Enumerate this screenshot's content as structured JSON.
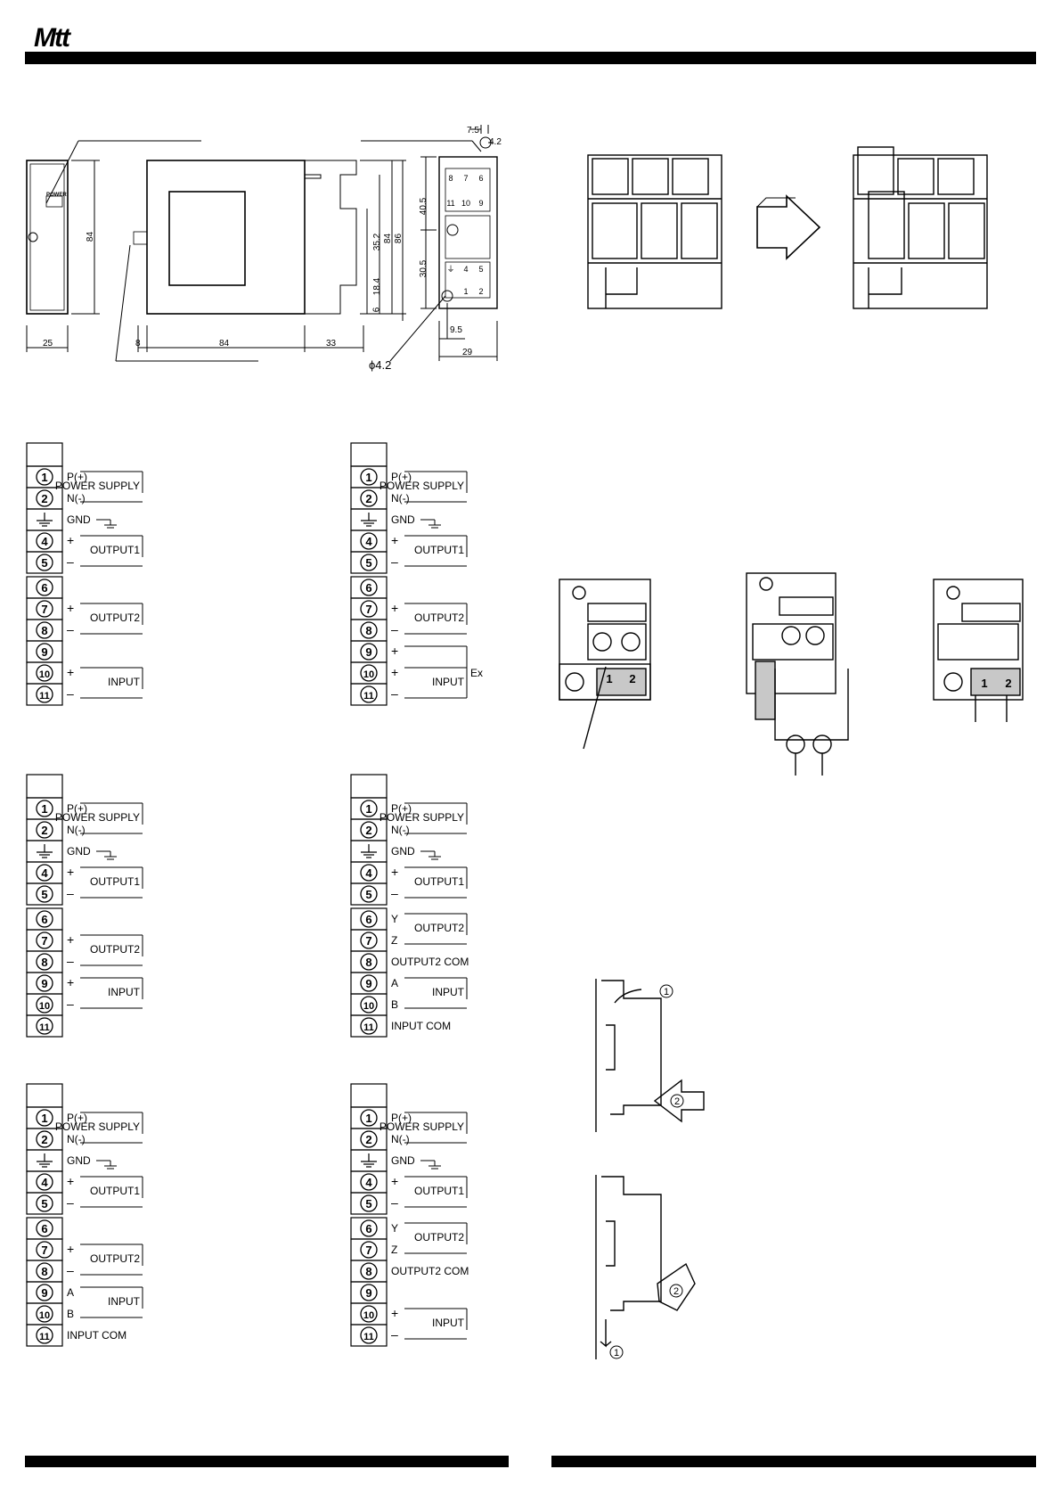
{
  "header": {
    "logo": "Mtt"
  },
  "dimensions": {
    "side_width": "25",
    "side_height": "84",
    "front_left": "8",
    "front_width": "84",
    "front_right": "33",
    "front_height": "84",
    "front_h2": "86",
    "front_h3": "35.2",
    "front_h4": "18.4",
    "front_h5": "6",
    "base_top_w": "7.5",
    "base_top_w2": "4.2",
    "base_h1": "40.5",
    "base_h2": "30.5",
    "base_bottom": "9.5",
    "base_width": "29",
    "hole": "ϕ4.2",
    "label_small": "POWER"
  },
  "wiring_blocks": [
    {
      "rows": [
        {
          "num": "1",
          "label": "P(+)"
        },
        {
          "num": "2",
          "label": "N(-)"
        },
        {
          "num": "gnd",
          "label": "GND"
        },
        {
          "num": "4",
          "label": "+"
        },
        {
          "num": "5",
          "label": "–"
        },
        {
          "num": "6",
          "label": ""
        },
        {
          "num": "7",
          "label": "+"
        },
        {
          "num": "8",
          "label": "–"
        },
        {
          "num": "9",
          "label": ""
        },
        {
          "num": "10",
          "label": "+"
        },
        {
          "num": "11",
          "label": "–"
        }
      ],
      "groups": [
        {
          "text": "POWER SUPPLY",
          "rows": [
            0,
            1
          ]
        },
        {
          "text": "OUTPUT1",
          "rows": [
            3,
            4
          ]
        },
        {
          "text": "OUTPUT2",
          "rows": [
            6,
            7
          ]
        },
        {
          "text": "INPUT",
          "rows": [
            9,
            10
          ]
        }
      ]
    },
    {
      "rows": [
        {
          "num": "1",
          "label": "P(+)"
        },
        {
          "num": "2",
          "label": "N(-)"
        },
        {
          "num": "gnd",
          "label": "GND"
        },
        {
          "num": "4",
          "label": "+"
        },
        {
          "num": "5",
          "label": "–"
        },
        {
          "num": "6",
          "label": ""
        },
        {
          "num": "7",
          "label": "+"
        },
        {
          "num": "8",
          "label": "–"
        },
        {
          "num": "9",
          "label": "+"
        },
        {
          "num": "10",
          "label": "+"
        },
        {
          "num": "11",
          "label": "–"
        }
      ],
      "groups": [
        {
          "text": "POWER SUPPLY",
          "rows": [
            0,
            1
          ]
        },
        {
          "text": "OUTPUT1",
          "rows": [
            3,
            4
          ]
        },
        {
          "text": "OUTPUT2",
          "rows": [
            6,
            7
          ]
        },
        {
          "text": "INPUT",
          "rows": [
            9,
            10
          ]
        }
      ],
      "extra": "Ex"
    },
    {
      "rows": [
        {
          "num": "1",
          "label": "P(+)"
        },
        {
          "num": "2",
          "label": "N(-)"
        },
        {
          "num": "gnd",
          "label": "GND"
        },
        {
          "num": "4",
          "label": "+"
        },
        {
          "num": "5",
          "label": "–"
        },
        {
          "num": "6",
          "label": ""
        },
        {
          "num": "7",
          "label": "+"
        },
        {
          "num": "8",
          "label": "–"
        },
        {
          "num": "9",
          "label": "+"
        },
        {
          "num": "10",
          "label": "–"
        },
        {
          "num": "11",
          "label": ""
        }
      ],
      "groups": [
        {
          "text": "POWER SUPPLY",
          "rows": [
            0,
            1
          ]
        },
        {
          "text": "OUTPUT1",
          "rows": [
            3,
            4
          ]
        },
        {
          "text": "OUTPUT2",
          "rows": [
            6,
            7
          ]
        },
        {
          "text": "INPUT",
          "rows": [
            8,
            9
          ]
        }
      ]
    },
    {
      "rows": [
        {
          "num": "1",
          "label": "P(+)"
        },
        {
          "num": "2",
          "label": "N(-)"
        },
        {
          "num": "gnd",
          "label": "GND"
        },
        {
          "num": "4",
          "label": "+"
        },
        {
          "num": "5",
          "label": "–"
        },
        {
          "num": "6",
          "label": "Y"
        },
        {
          "num": "7",
          "label": "Z"
        },
        {
          "num": "8",
          "label": "OUTPUT2 COM"
        },
        {
          "num": "9",
          "label": "A"
        },
        {
          "num": "10",
          "label": "B"
        },
        {
          "num": "11",
          "label": "INPUT COM"
        }
      ],
      "groups": [
        {
          "text": "POWER SUPPLY",
          "rows": [
            0,
            1
          ]
        },
        {
          "text": "OUTPUT1",
          "rows": [
            3,
            4
          ]
        },
        {
          "text": "OUTPUT2",
          "rows": [
            5,
            6
          ]
        },
        {
          "text": "INPUT",
          "rows": [
            8,
            9
          ]
        }
      ]
    },
    {
      "rows": [
        {
          "num": "1",
          "label": "P(+)"
        },
        {
          "num": "2",
          "label": "N(-)"
        },
        {
          "num": "gnd",
          "label": "GND"
        },
        {
          "num": "4",
          "label": "+"
        },
        {
          "num": "5",
          "label": "–"
        },
        {
          "num": "6",
          "label": ""
        },
        {
          "num": "7",
          "label": "+"
        },
        {
          "num": "8",
          "label": "–"
        },
        {
          "num": "9",
          "label": "A"
        },
        {
          "num": "10",
          "label": "B"
        },
        {
          "num": "11",
          "label": "INPUT COM"
        }
      ],
      "groups": [
        {
          "text": "POWER SUPPLY",
          "rows": [
            0,
            1
          ]
        },
        {
          "text": "OUTPUT1",
          "rows": [
            3,
            4
          ]
        },
        {
          "text": "OUTPUT2",
          "rows": [
            6,
            7
          ]
        },
        {
          "text": "INPUT",
          "rows": [
            8,
            9
          ]
        }
      ]
    },
    {
      "rows": [
        {
          "num": "1",
          "label": "P(+)"
        },
        {
          "num": "2",
          "label": "N(-)"
        },
        {
          "num": "gnd",
          "label": "GND"
        },
        {
          "num": "4",
          "label": "+"
        },
        {
          "num": "5",
          "label": "–"
        },
        {
          "num": "6",
          "label": "Y"
        },
        {
          "num": "7",
          "label": "Z"
        },
        {
          "num": "8",
          "label": "OUTPUT2 COM"
        },
        {
          "num": "9",
          "label": ""
        },
        {
          "num": "10",
          "label": "+"
        },
        {
          "num": "11",
          "label": "–"
        }
      ],
      "groups": [
        {
          "text": "POWER SUPPLY",
          "rows": [
            0,
            1
          ]
        },
        {
          "text": "OUTPUT1",
          "rows": [
            3,
            4
          ]
        },
        {
          "text": "OUTPUT2",
          "rows": [
            5,
            6
          ]
        },
        {
          "text": "INPUT",
          "rows": [
            9,
            10
          ]
        }
      ]
    }
  ],
  "terminals": {
    "t1": "1",
    "t2": "2"
  },
  "din_rail": {
    "step1": "1",
    "step2": "2"
  },
  "colors": {
    "ink": "#000000",
    "paper": "#ffffff",
    "shade": "#c8c8c8"
  }
}
